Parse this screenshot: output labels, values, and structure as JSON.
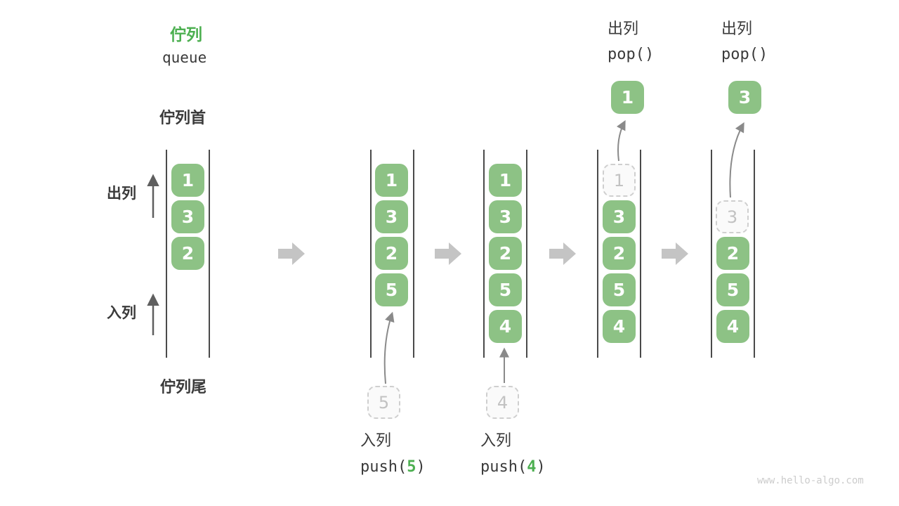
{
  "header": {
    "title_zh": "佇列",
    "title_en": "queue"
  },
  "side_labels": {
    "queue_front": "佇列首",
    "dequeue": "出列",
    "enqueue": "入列",
    "queue_rear": "佇列尾"
  },
  "stages": [
    {
      "cells": [
        "1",
        "3",
        "2"
      ]
    },
    {
      "cells": [
        "1",
        "3",
        "2",
        "5"
      ],
      "incoming": "5",
      "action_label": "入列",
      "fn": {
        "pre": "push(",
        "arg": "5",
        "post": ")"
      }
    },
    {
      "cells": [
        "1",
        "3",
        "2",
        "5",
        "4"
      ],
      "incoming": "4",
      "action_label": "入列",
      "fn": {
        "pre": "push(",
        "arg": "4",
        "post": ")"
      }
    },
    {
      "ghost": "1",
      "cells": [
        "3",
        "2",
        "5",
        "4"
      ],
      "popped": "1",
      "action_label": "出列",
      "fn": {
        "pre": "pop(",
        "arg": "",
        "post": ")"
      }
    },
    {
      "ghost": "3",
      "cells": [
        "2",
        "5",
        "4"
      ],
      "popped": "3",
      "action_label": "出列",
      "fn": {
        "pre": "pop(",
        "arg": "",
        "post": ")"
      }
    }
  ],
  "icons": {
    "flow_arrow": "block-arrow-right",
    "dequeue_arrow": "thin-arrow-up",
    "enqueue_arrow": "thin-arrow-up",
    "transfer_arrow": "thin-curved-arrow"
  },
  "colors": {
    "accent_green": "#4caf50",
    "cell_green": "#8dc285",
    "cell_text": "#ffffff",
    "text_dark": "#3a3a3a",
    "ghost_border": "#cfcfcf",
    "ghost_text": "#c2c2c2",
    "ghost_fill": "#fafafa",
    "line_gray": "#4a4a4a",
    "thin_arrow": "#8a8a8a",
    "up_arrow": "#5f5f5f",
    "block_arrow": "#c4c4c4",
    "watermark_gray": "#cccccc"
  },
  "watermark": "www.hello-algo.com"
}
